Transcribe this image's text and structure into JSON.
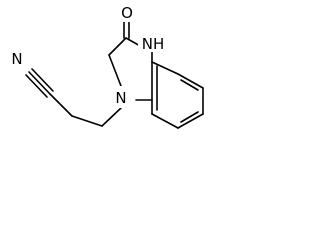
{
  "molecule": {
    "atoms": {
      "oxygen": "O",
      "nh": "NH",
      "n_ring": "N",
      "nitrile_n": "N"
    },
    "colors": {
      "bond": "#000000",
      "label": "#000000",
      "background": "#ffffff"
    }
  }
}
